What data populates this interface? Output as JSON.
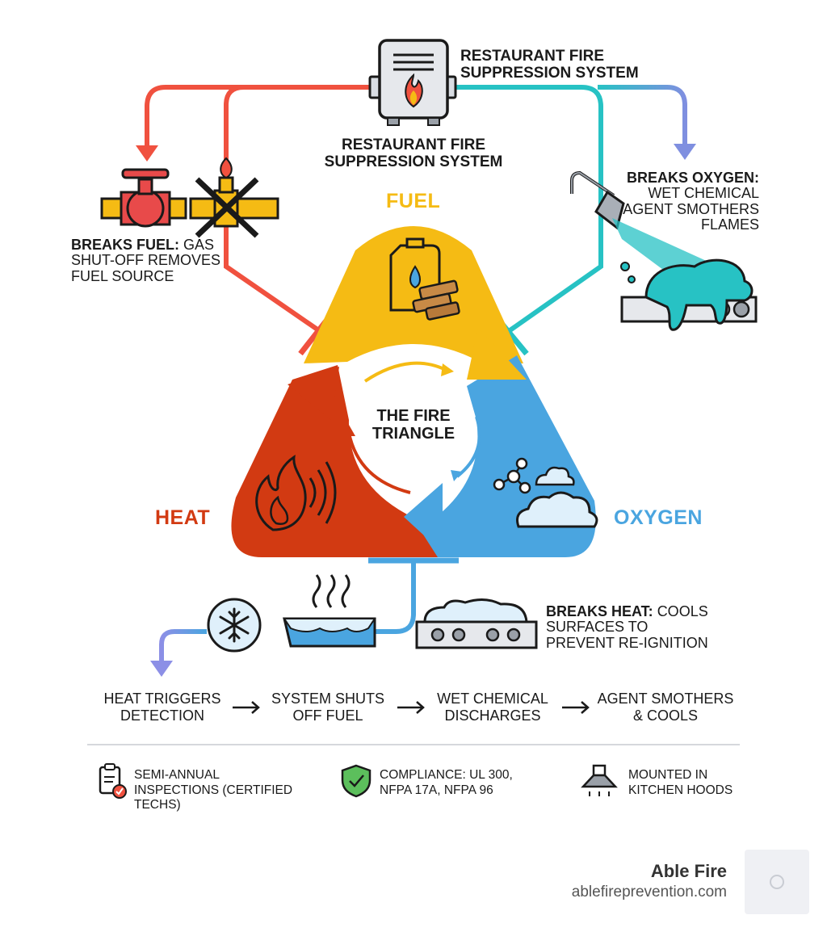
{
  "colors": {
    "fuel": "#f5bb14",
    "heat": "#d23a12",
    "oxygen": "#4aa5e0",
    "red_line": "#f0513f",
    "cyan_line": "#27c2c4",
    "blue_line": "#7f8fe0",
    "ink": "#1a1a1a"
  },
  "system": {
    "label_top": "RESTAURANT FIRE SUPPRESSION SYSTEM",
    "label_mid": "RESTAURANT FIRE SUPPRESSION SYSTEM"
  },
  "triangle": {
    "center": "THE FIRE TRIANGLE",
    "fuel": "FUEL",
    "heat": "HEAT",
    "oxygen": "OXYGEN"
  },
  "breaks": {
    "fuel": {
      "head": "BREAKS FUEL:",
      "body": "GAS SHUT-OFF REMOVES FUEL SOURCE"
    },
    "oxygen": {
      "head": "BREAKS OXYGEN:",
      "body": "WET CHEMICAL AGENT SMOTHERS FLAMES"
    },
    "heat": {
      "head": "BREAKS HEAT:",
      "body": "COOLS SURFACES TO PREVENT RE-IGNITION"
    }
  },
  "process": [
    {
      "label": "HEAT TRIGGERS DETECTION"
    },
    {
      "label": "SYSTEM SHUTS OFF FUEL"
    },
    {
      "label": "WET CHEMICAL DISCHARGES"
    },
    {
      "label": "AGENT SMOTHERS & COOLS"
    }
  ],
  "footer": {
    "inspections": "SEMI-ANNUAL INSPECTIONS (CERTIFIED TECHS)",
    "compliance": "COMPLIANCE: UL 300, NFPA 17A, NFPA 96",
    "mounted": "MOUNTED IN KITCHEN HOODS"
  },
  "brand": {
    "name": "Able Fire",
    "url": "ablefireprevention.com"
  },
  "icons": [
    "fire-suppression-unit-icon",
    "gas-valve-icon",
    "crossed-gas-pipe-icon",
    "nozzle-spray-icon",
    "fuel-can-icon",
    "wood-logs-icon",
    "flame-icon",
    "molecule-icon",
    "cloud-icon",
    "snowflake-icon",
    "cooling-tray-icon",
    "stovetop-icon",
    "clipboard-check-icon",
    "shield-check-icon",
    "kitchen-hood-icon"
  ]
}
